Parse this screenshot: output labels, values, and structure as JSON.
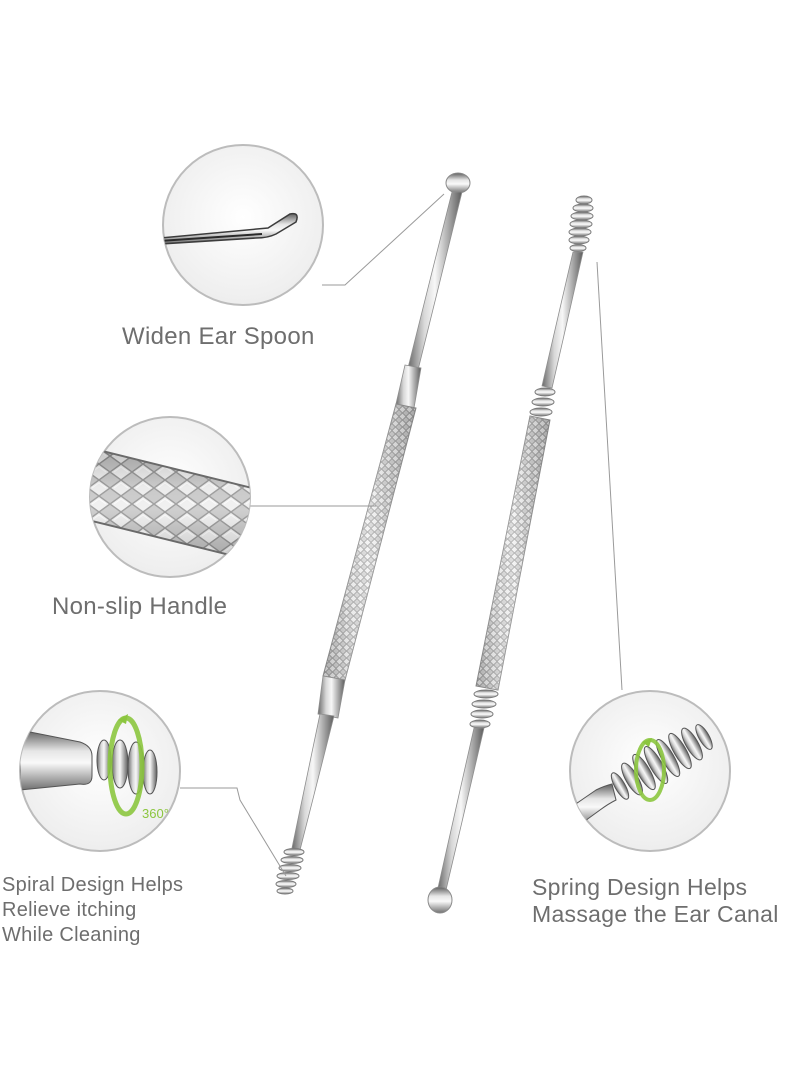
{
  "callouts": {
    "spoon": {
      "label": "Widen Ear Spoon"
    },
    "handle": {
      "label": "Non-slip Handle"
    },
    "spiral": {
      "lines": [
        "Spiral Design Helps",
        "Relieve itching",
        "While Cleaning"
      ],
      "badge": "360°"
    },
    "spring": {
      "lines": [
        "Spring Design Helps",
        "Massage the Ear Canal"
      ]
    }
  },
  "colors": {
    "background": "#ffffff",
    "label": "#6e6e6e",
    "circle_border": "#bcbcbc",
    "circle_fill": "#f1f1f1",
    "steel_light": "#f4f4f4",
    "steel_mid": "#b8b8b8",
    "steel_dark": "#6a6a6a",
    "accent_green": "#8cc63f"
  }
}
